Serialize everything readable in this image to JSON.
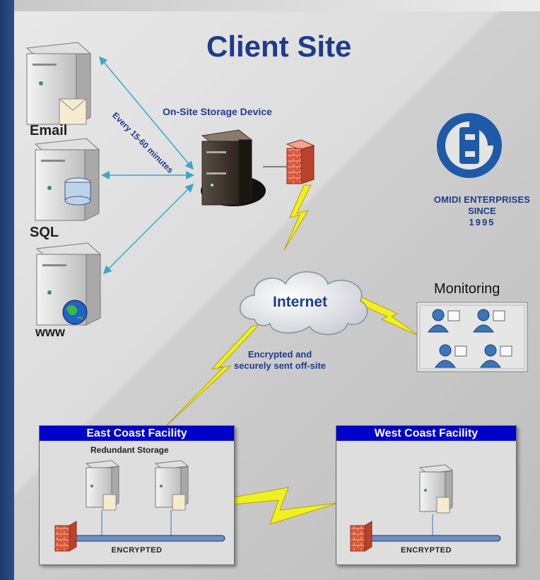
{
  "title": "Client Site",
  "servers": {
    "email": "Email",
    "sql": "SQL",
    "www": "www"
  },
  "storage_device_label": "On-Site Storage Device",
  "sync_frequency": "Every 15-60 minutes",
  "internet_label": "Internet",
  "encryption_note": "Encrypted and securely sent off-site",
  "monitoring_label": "Monitoring",
  "logo": {
    "name": "OMIDI ENTERPRISES",
    "since": "SINCE",
    "year": "1995",
    "letter": "E"
  },
  "facilities": {
    "east": {
      "title": "East Coast Facility",
      "subtitle": "Redundant Storage",
      "footer": "ENCRYPTED"
    },
    "west": {
      "title": "West Coast Facility",
      "footer": "ENCRYPTED"
    }
  },
  "colors": {
    "accent_blue": "#1e3c8c",
    "facility_header": "#0000cc",
    "link_lightning": "#f0f020",
    "arrow": "#3ba6c8",
    "firewall": "#d9563a"
  }
}
